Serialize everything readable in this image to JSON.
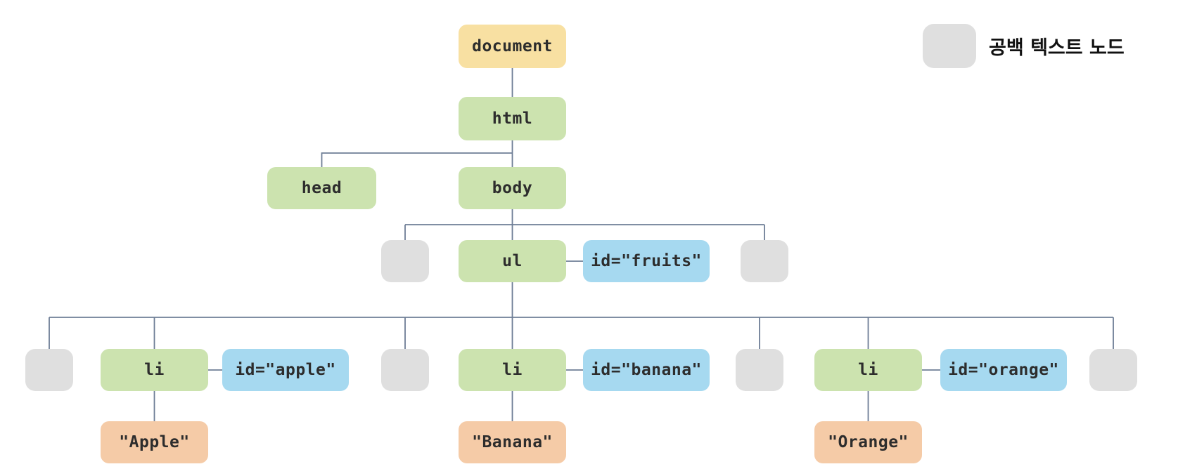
{
  "legend": {
    "swatch": "whitespace-node",
    "label": "공백 텍스트 노드"
  },
  "colors": {
    "background": "#ffffff",
    "document": "#f8e0a2",
    "element": "#cce3af",
    "attribute": "#a6d9f0",
    "textnode": "#f5cba7",
    "whitespace": "#dfdfdf",
    "line": "#6e7e96",
    "label": "#2d2d2d"
  },
  "tree": {
    "document": {
      "label": "document"
    },
    "html": {
      "label": "html"
    },
    "head": {
      "label": "head"
    },
    "body": {
      "label": "body"
    },
    "ul": {
      "label": "ul",
      "attribute": "id=\"fruits\""
    },
    "items": [
      {
        "tag": "li",
        "attribute": "id=\"apple\"",
        "text": "\"Apple\""
      },
      {
        "tag": "li",
        "attribute": "id=\"banana\"",
        "text": "\"Banana\""
      },
      {
        "tag": "li",
        "attribute": "id=\"orange\"",
        "text": "\"Orange\""
      }
    ]
  }
}
